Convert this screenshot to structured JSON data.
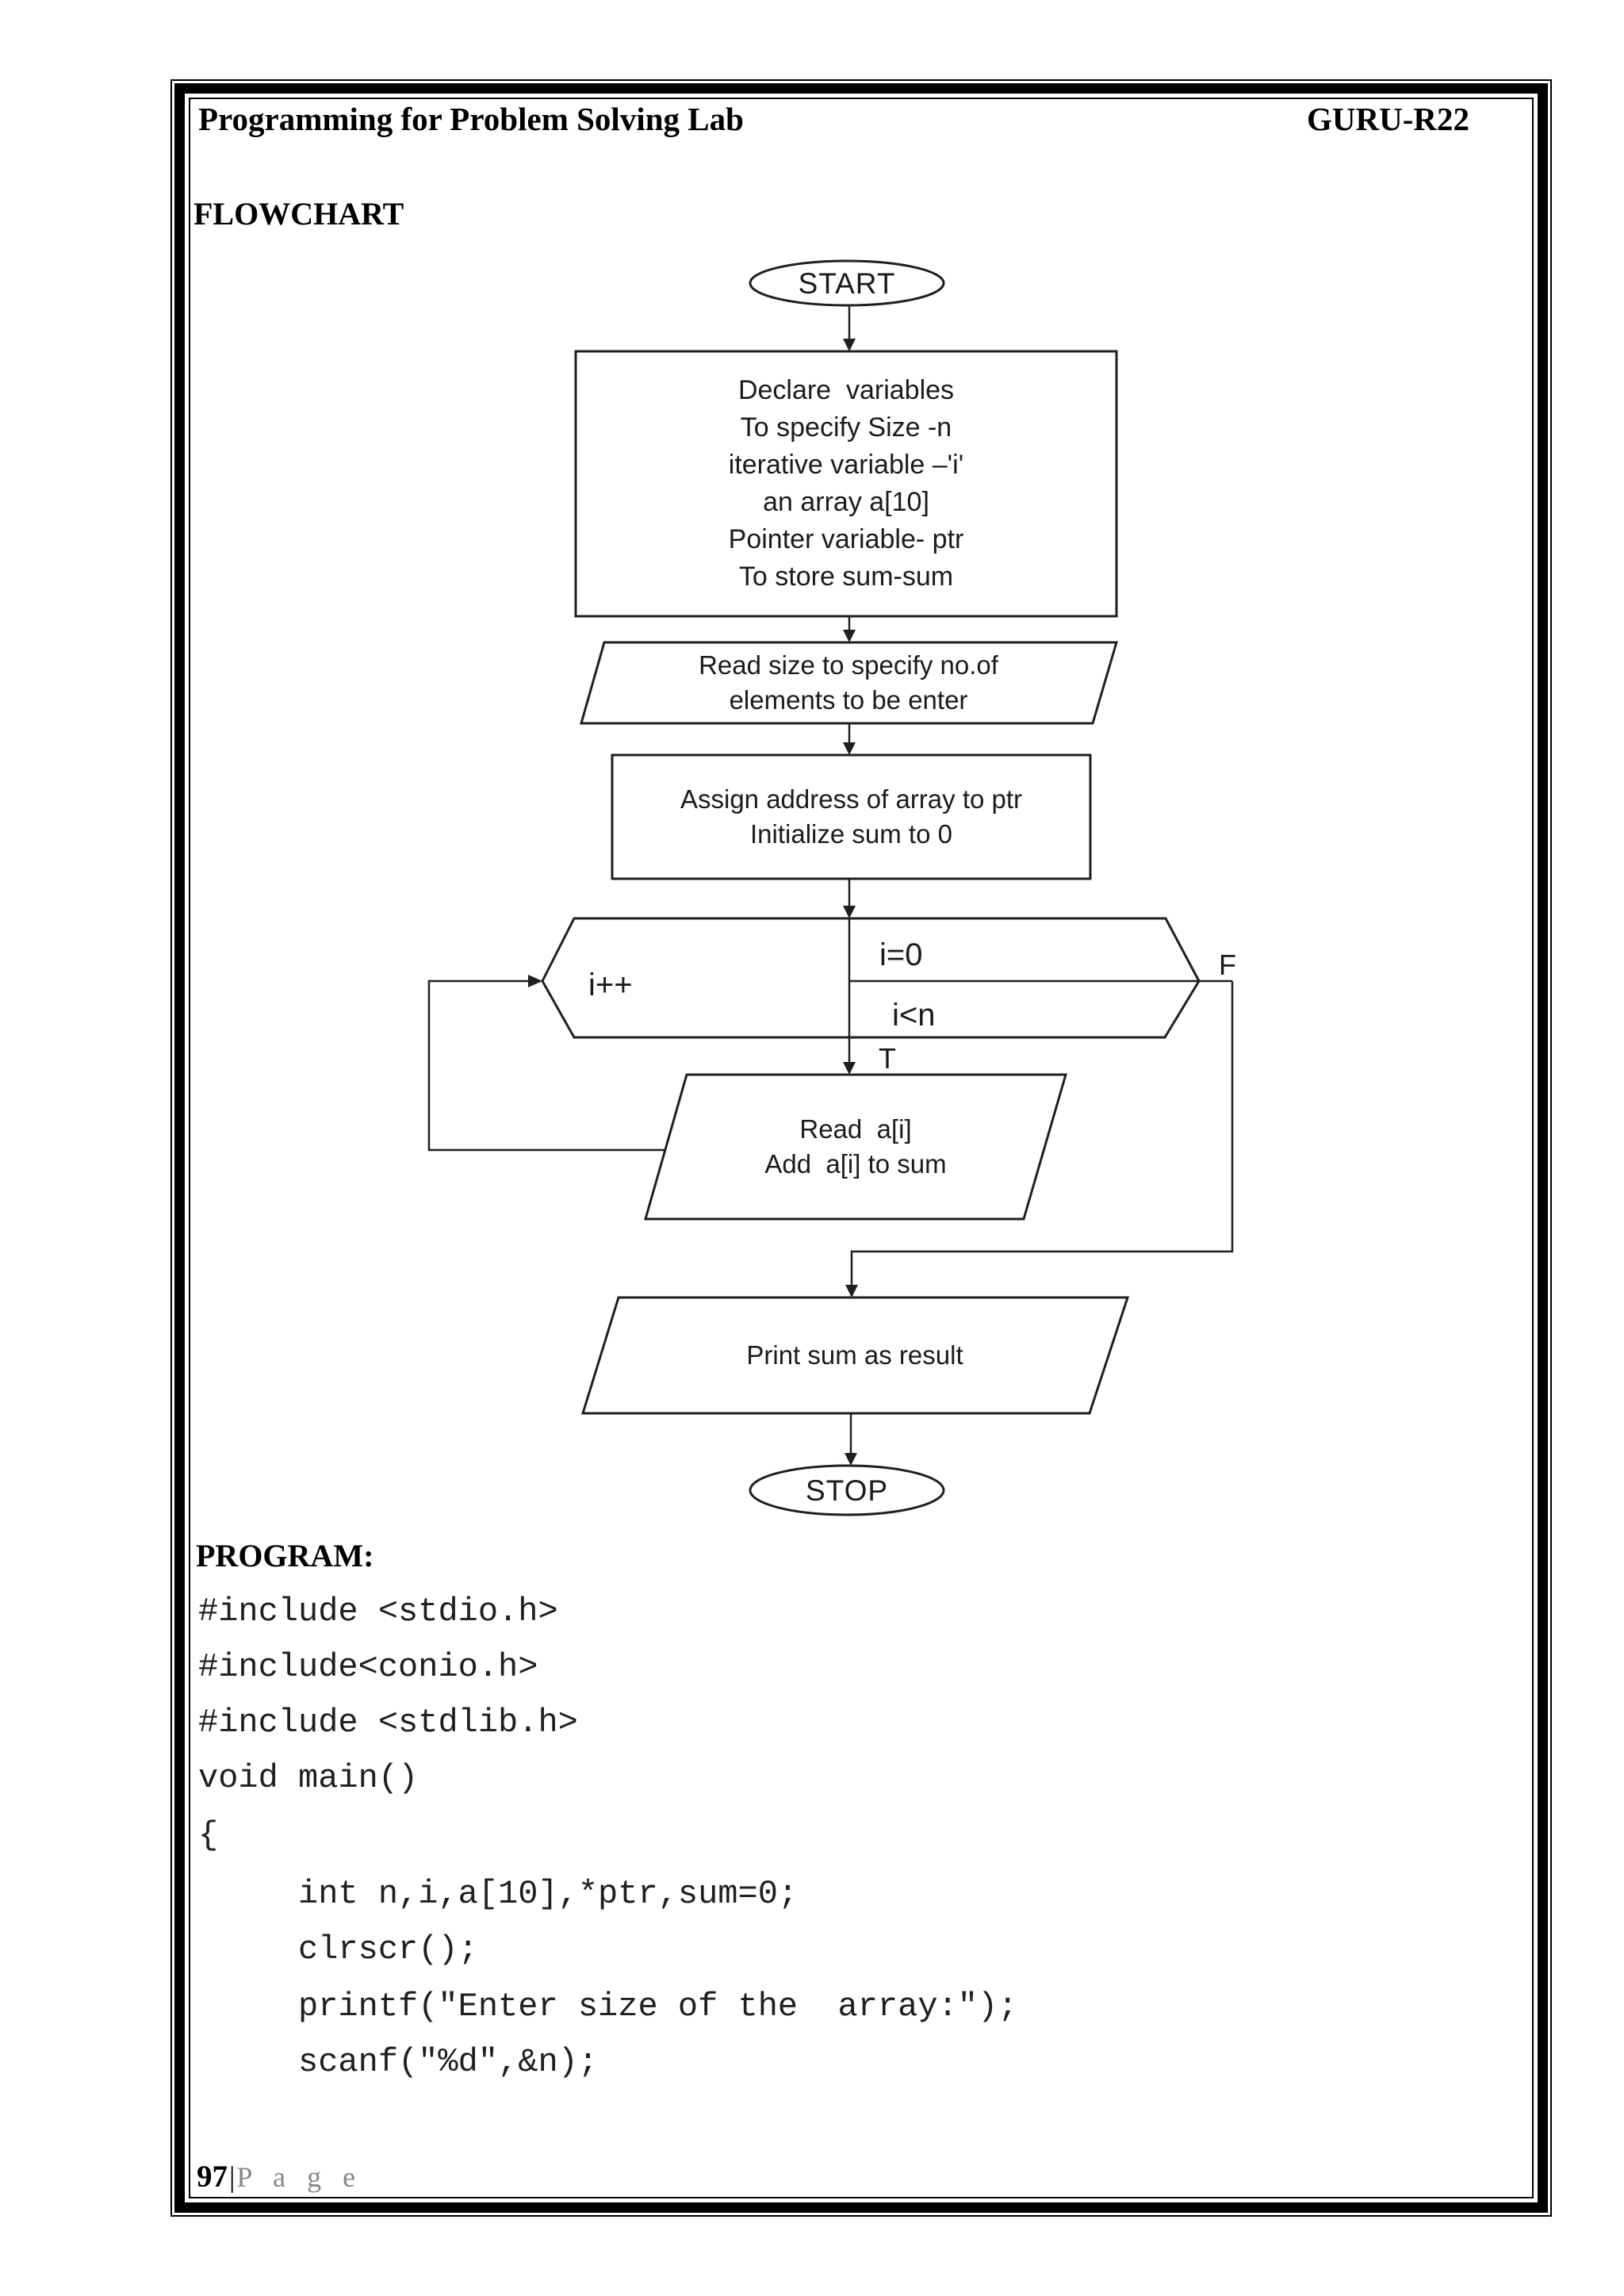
{
  "header": {
    "title": "Programming for Problem Solving Lab",
    "course_code": "GURU-R22"
  },
  "headings": {
    "flowchart": "FLOWCHART",
    "program": "PROGRAM:"
  },
  "flowchart": {
    "start_label": "START",
    "declare_lines": [
      "Declare  variables",
      "To specify Size -n",
      "iterative variable –'i'",
      "an array a[10]",
      "Pointer variable- ptr",
      "To store sum-sum"
    ],
    "read_size_lines": [
      "Read size to specify no.of",
      "elements to be enter"
    ],
    "assign_lines": [
      "Assign address of array to ptr",
      "Initialize sum to 0"
    ],
    "loop": {
      "init": "i=0",
      "condition": "i<n",
      "increment": "i++",
      "true_label": "T",
      "false_label": "F"
    },
    "read_add_lines": [
      "Read  a[i]",
      "Add  a[i] to sum"
    ],
    "print_label": "Print sum as result",
    "stop_label": "STOP"
  },
  "program": {
    "lines": [
      "#include <stdio.h>",
      "#include<conio.h>",
      "#include <stdlib.h>",
      "void main()",
      "{",
      "int n,i,a[10],*ptr,sum=0;",
      "clrscr();",
      "printf(\"Enter size of the  array:\");",
      "scanf(\"%d\",&n);"
    ]
  },
  "footer": {
    "page_number": "97",
    "separator": "|",
    "page_word": "P a g e"
  },
  "colors": {
    "ink": "#1a1a1a",
    "muted_gray": "#878787",
    "paper": "#ffffff"
  }
}
